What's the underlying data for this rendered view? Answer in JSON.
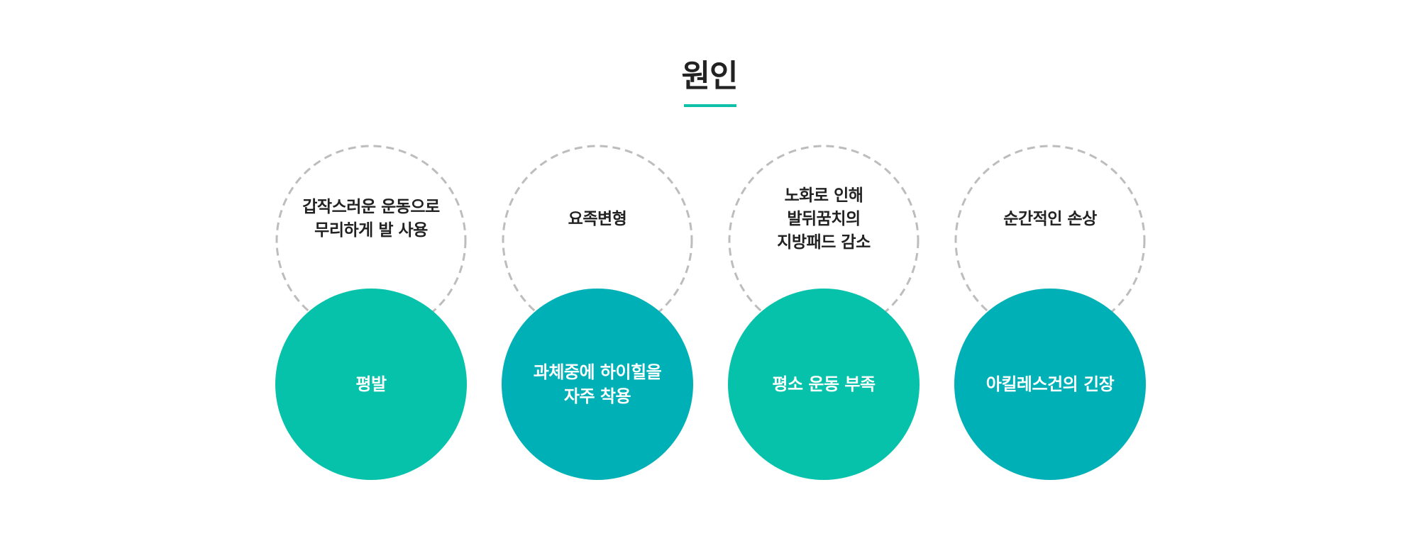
{
  "title": "원인",
  "colors": {
    "accent": "#0ec0a8",
    "green": "#06c2aa",
    "teal": "#00b0b7",
    "dashed_outline": "#bdbdbd",
    "text_dark": "#222222",
    "text_light": "#ffffff"
  },
  "causes": [
    {
      "factor": "갑작스러운 운동으로\n무리하게 발 사용",
      "cause": "평발"
    },
    {
      "factor": "요족변형",
      "cause": "과체중에 하이힐을\n자주 착용"
    },
    {
      "factor": "노화로 인해\n발뒤꿈치의\n지방패드 감소",
      "cause": "평소 운동 부족"
    },
    {
      "factor": "순간적인 손상",
      "cause": "아킬레스건의 긴장"
    }
  ]
}
